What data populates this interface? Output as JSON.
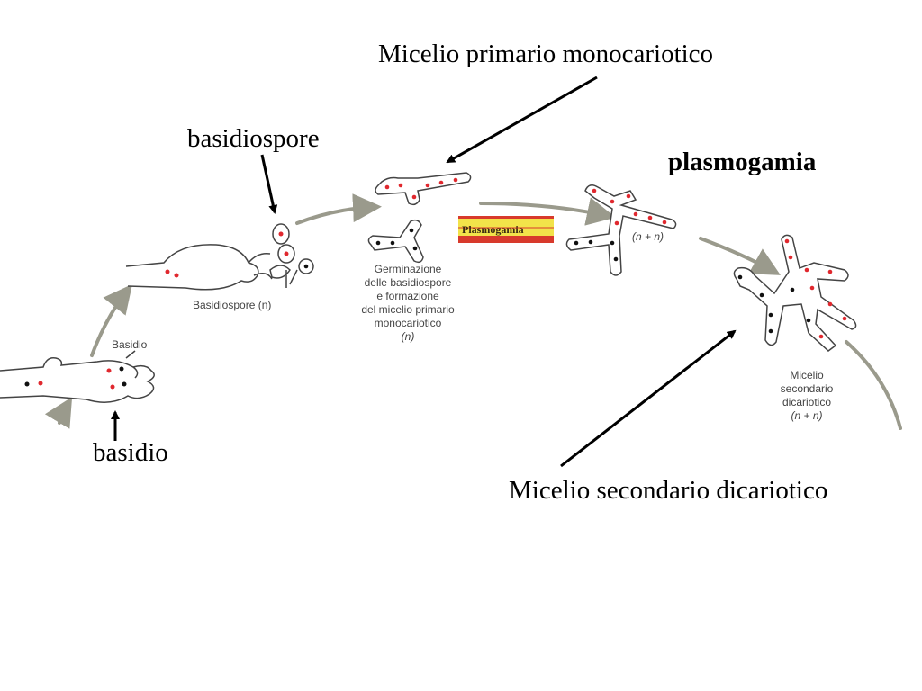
{
  "annotations": {
    "micelio_primario": "Micelio primario monocariotico",
    "basidiospore": "basidiospore",
    "plasmogamia": "plasmogamia",
    "basidio": "basidio",
    "micelio_secondario": "Micelio secondario dicariotico"
  },
  "figure": {
    "basidio_label": "Basidio",
    "basidiospore_label": "Basidiospore (n)",
    "germinazione_lines": [
      "Germinazione",
      "delle basidiospore",
      "e formazione",
      "del micelio primario",
      "monocariotico",
      "(n)"
    ],
    "plasmogamia_badge": "Plasmogamia",
    "dikaryon_label": "(n + n)",
    "micelio_secondario_lines": [
      "Micelio",
      "secondario",
      "dicariotico",
      "(n + n)"
    ]
  },
  "colors": {
    "cycle_arrow": "#9a9a8c",
    "nucleus_red": "#e0282e",
    "nucleus_black": "#111111"
  }
}
